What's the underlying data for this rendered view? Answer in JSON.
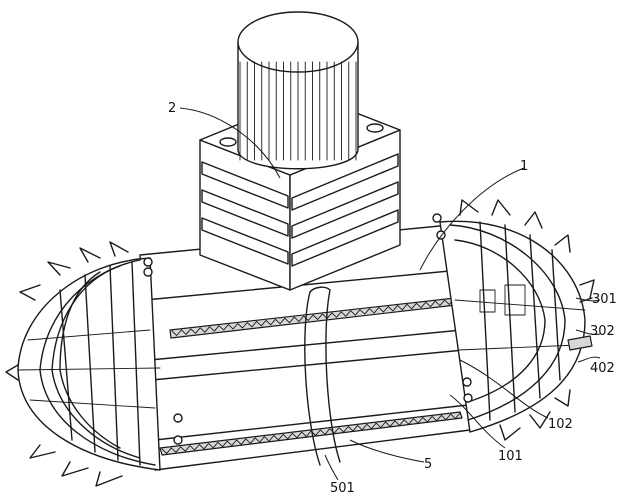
{
  "labels": {
    "l1": "1",
    "l2": "2",
    "l301": "301",
    "l302": "302",
    "l402": "402",
    "l102": "102",
    "l101": "101",
    "l5": "5",
    "l501": "501"
  }
}
